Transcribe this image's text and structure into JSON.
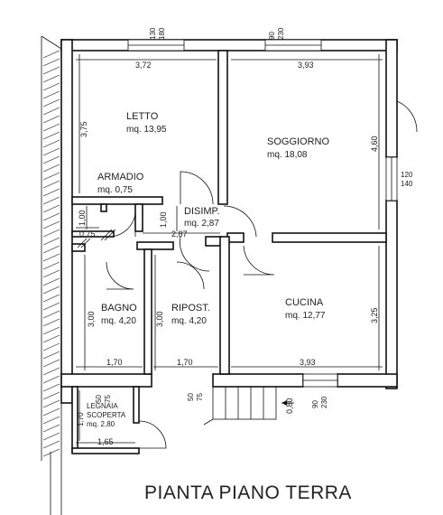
{
  "title": "PIANTA PIANO TERRA",
  "rooms": {
    "letto": {
      "name": "LETTO",
      "area": "mq. 13,95"
    },
    "soggiorno": {
      "name": "SOGGIORNO",
      "area": "mq. 18,08"
    },
    "armadio": {
      "name": "ARMADIO",
      "area": "mq. 0,75"
    },
    "disimpegno": {
      "name": "DISIMP.",
      "area": "mq. 2,87"
    },
    "bagno": {
      "name": "BAGNO",
      "area": "mq. 4,20"
    },
    "ripostiglio": {
      "name": "RIPOST.",
      "area": "mq. 4,20"
    },
    "cucina": {
      "name": "CUCINA",
      "area": "mq. 12,77"
    },
    "legnaia": {
      "name": "LEGNAIA",
      "name2": "SCOPERTA",
      "area": "mq. 2,80"
    }
  },
  "dimensions": {
    "letto_w": "3,72",
    "letto_h": "3,75",
    "soggiorno_w": "3,93",
    "soggiorno_h": "4,60",
    "armadio_h": "1,00",
    "armadio_w": "0,75",
    "disimp_h": "1,00",
    "disimp_w": "2,87",
    "bagno_h": "3,00",
    "bagno_w": "1,70",
    "ripost_h": "3,00",
    "ripost_w": "1,70",
    "cucina_w": "3,93",
    "cucina_h": "3,25",
    "legnaia_h": "1,70",
    "legnaia_w": "1,65",
    "win_top1_a": "130",
    "win_top1_b": "180",
    "win_top2_a": "90",
    "win_top2_b": "230",
    "win_right_a": "120",
    "win_right_b": "140",
    "win_bot_a": "90",
    "win_bot_b": "230",
    "door_a1": "50",
    "door_a2": "75",
    "door_b1": "50",
    "door_b2": "75",
    "step": "0,80"
  }
}
